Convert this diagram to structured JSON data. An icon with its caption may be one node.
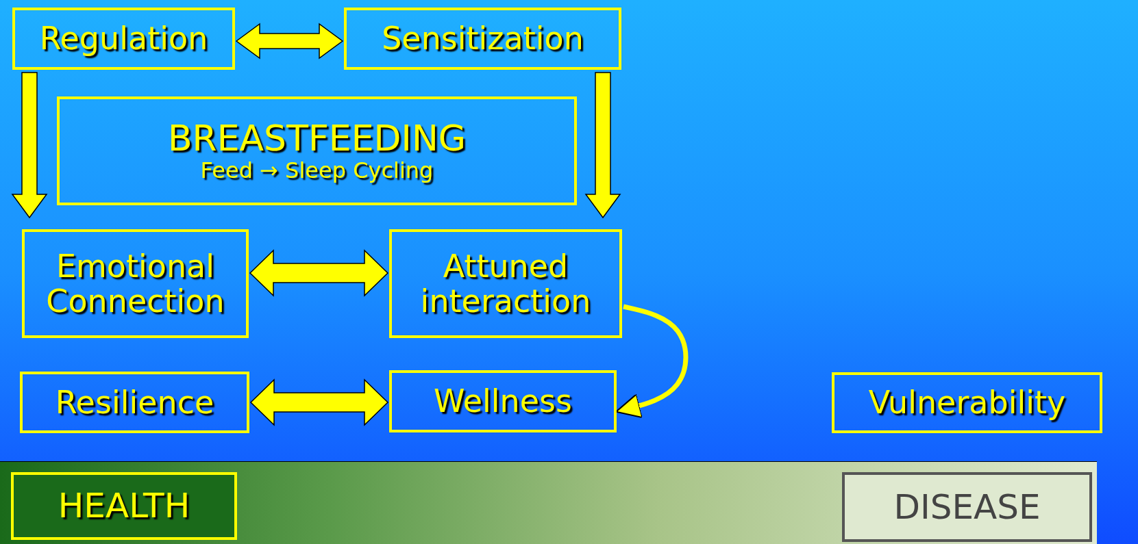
{
  "diagram": {
    "nodes": [
      {
        "text": [
          "Regulation"
        ]
      },
      {
        "text": [
          "Sensitization"
        ]
      },
      {
        "text": [
          "BREASTFEEDING",
          "Feed → Sleep Cycling"
        ]
      },
      {
        "text": [
          "Emotional Connection"
        ]
      },
      {
        "text": [
          "Attuned interaction"
        ]
      },
      {
        "text": [
          "Resilience"
        ]
      },
      {
        "text": [
          "Wellness"
        ]
      },
      {
        "text": [
          "Vulnerability"
        ]
      },
      {
        "text": [
          "HEALTH"
        ]
      },
      {
        "text": [
          "DISEASE"
        ]
      }
    ],
    "edges": [
      {
        "from": 0,
        "to": 1,
        "arrow": "both"
      },
      {
        "from": 0,
        "to": 3,
        "arrow": "to"
      },
      {
        "from": 1,
        "to": 4,
        "arrow": "to"
      },
      {
        "from": 3,
        "to": 4,
        "arrow": "both"
      },
      {
        "from": 5,
        "to": 6,
        "arrow": "both"
      },
      {
        "from": 4,
        "to": 6,
        "arrow": "to"
      }
    ]
  }
}
